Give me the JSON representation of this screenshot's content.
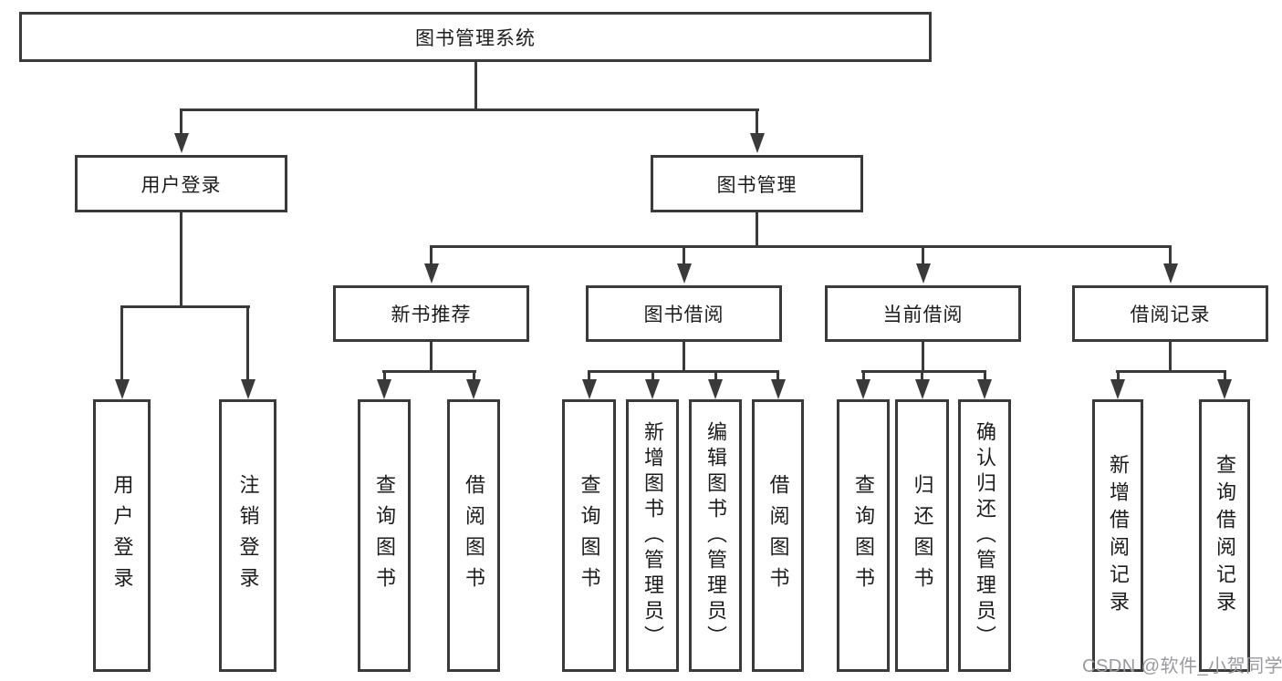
{
  "diagram": {
    "title": "图书管理系统",
    "branches": [
      {
        "label": "用户登录",
        "children": [
          {
            "label": "用户登录"
          },
          {
            "label": "注销登录"
          }
        ]
      },
      {
        "label": "图书管理",
        "groups": [
          {
            "label": "新书推荐",
            "children": [
              {
                "label": "查询图书"
              },
              {
                "label": "借阅图书"
              }
            ]
          },
          {
            "label": "图书借阅",
            "children": [
              {
                "label": "查询图书"
              },
              {
                "label": "新增图书（管理员）"
              },
              {
                "label": "编辑图书（管理员）"
              },
              {
                "label": "借阅图书"
              }
            ]
          },
          {
            "label": "当前借阅",
            "children": [
              {
                "label": "查询图书"
              },
              {
                "label": "归还图书"
              },
              {
                "label": "确认归还（管理员）"
              }
            ]
          },
          {
            "label": "借阅记录",
            "children": [
              {
                "label": "新增借阅记录"
              },
              {
                "label": "查询借阅记录"
              }
            ]
          }
        ]
      }
    ]
  },
  "watermark": "CSDN @软件_小贺同学",
  "colors": {
    "line": "#3a3a3a",
    "text": "#1c1c1c",
    "background": "#ffffff",
    "watermark": "#9a9a9e"
  }
}
